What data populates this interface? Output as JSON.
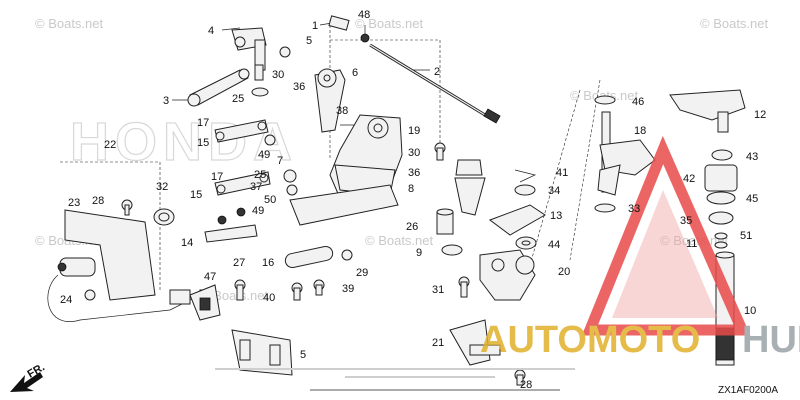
{
  "watermarks": [
    {
      "text": "© Boats.net"
    },
    {
      "text": "© Boats.net"
    },
    {
      "text": "© Boats.net"
    },
    {
      "text": "© Boats.net"
    },
    {
      "text": "© Boats.net"
    },
    {
      "text": "© Boats.net"
    },
    {
      "text": "© Boats.net"
    },
    {
      "text": "© Boats.net"
    }
  ],
  "brand_overlay": {
    "left": "AUTOMOTO",
    "right": "HUB",
    "left_color": "#e1b02b",
    "right_color": "#9aa3a8",
    "triangle_color": "#e94b4b"
  },
  "background_lettering": "HONDA",
  "direction_label": "FR.",
  "diagram_code": "ZX1AF0200A",
  "callouts": [
    "1",
    "48",
    "4",
    "2",
    "30",
    "5",
    "6",
    "3",
    "25",
    "36",
    "38",
    "17",
    "19",
    "15",
    "49",
    "22",
    "7",
    "30",
    "46",
    "18",
    "12",
    "41",
    "36",
    "34",
    "8",
    "43",
    "32",
    "42",
    "45",
    "33",
    "17",
    "15",
    "37",
    "50",
    "49",
    "25",
    "23",
    "28",
    "26",
    "13",
    "14",
    "9",
    "44",
    "24",
    "16",
    "29",
    "51",
    "35",
    "11",
    "31",
    "20",
    "47",
    "27",
    "40",
    "39",
    "10",
    "21",
    "5",
    "28"
  ],
  "colors": {
    "accent_triangle": "#e94b4b",
    "watermark": "#c9c9c9",
    "ink": "#222222"
  }
}
